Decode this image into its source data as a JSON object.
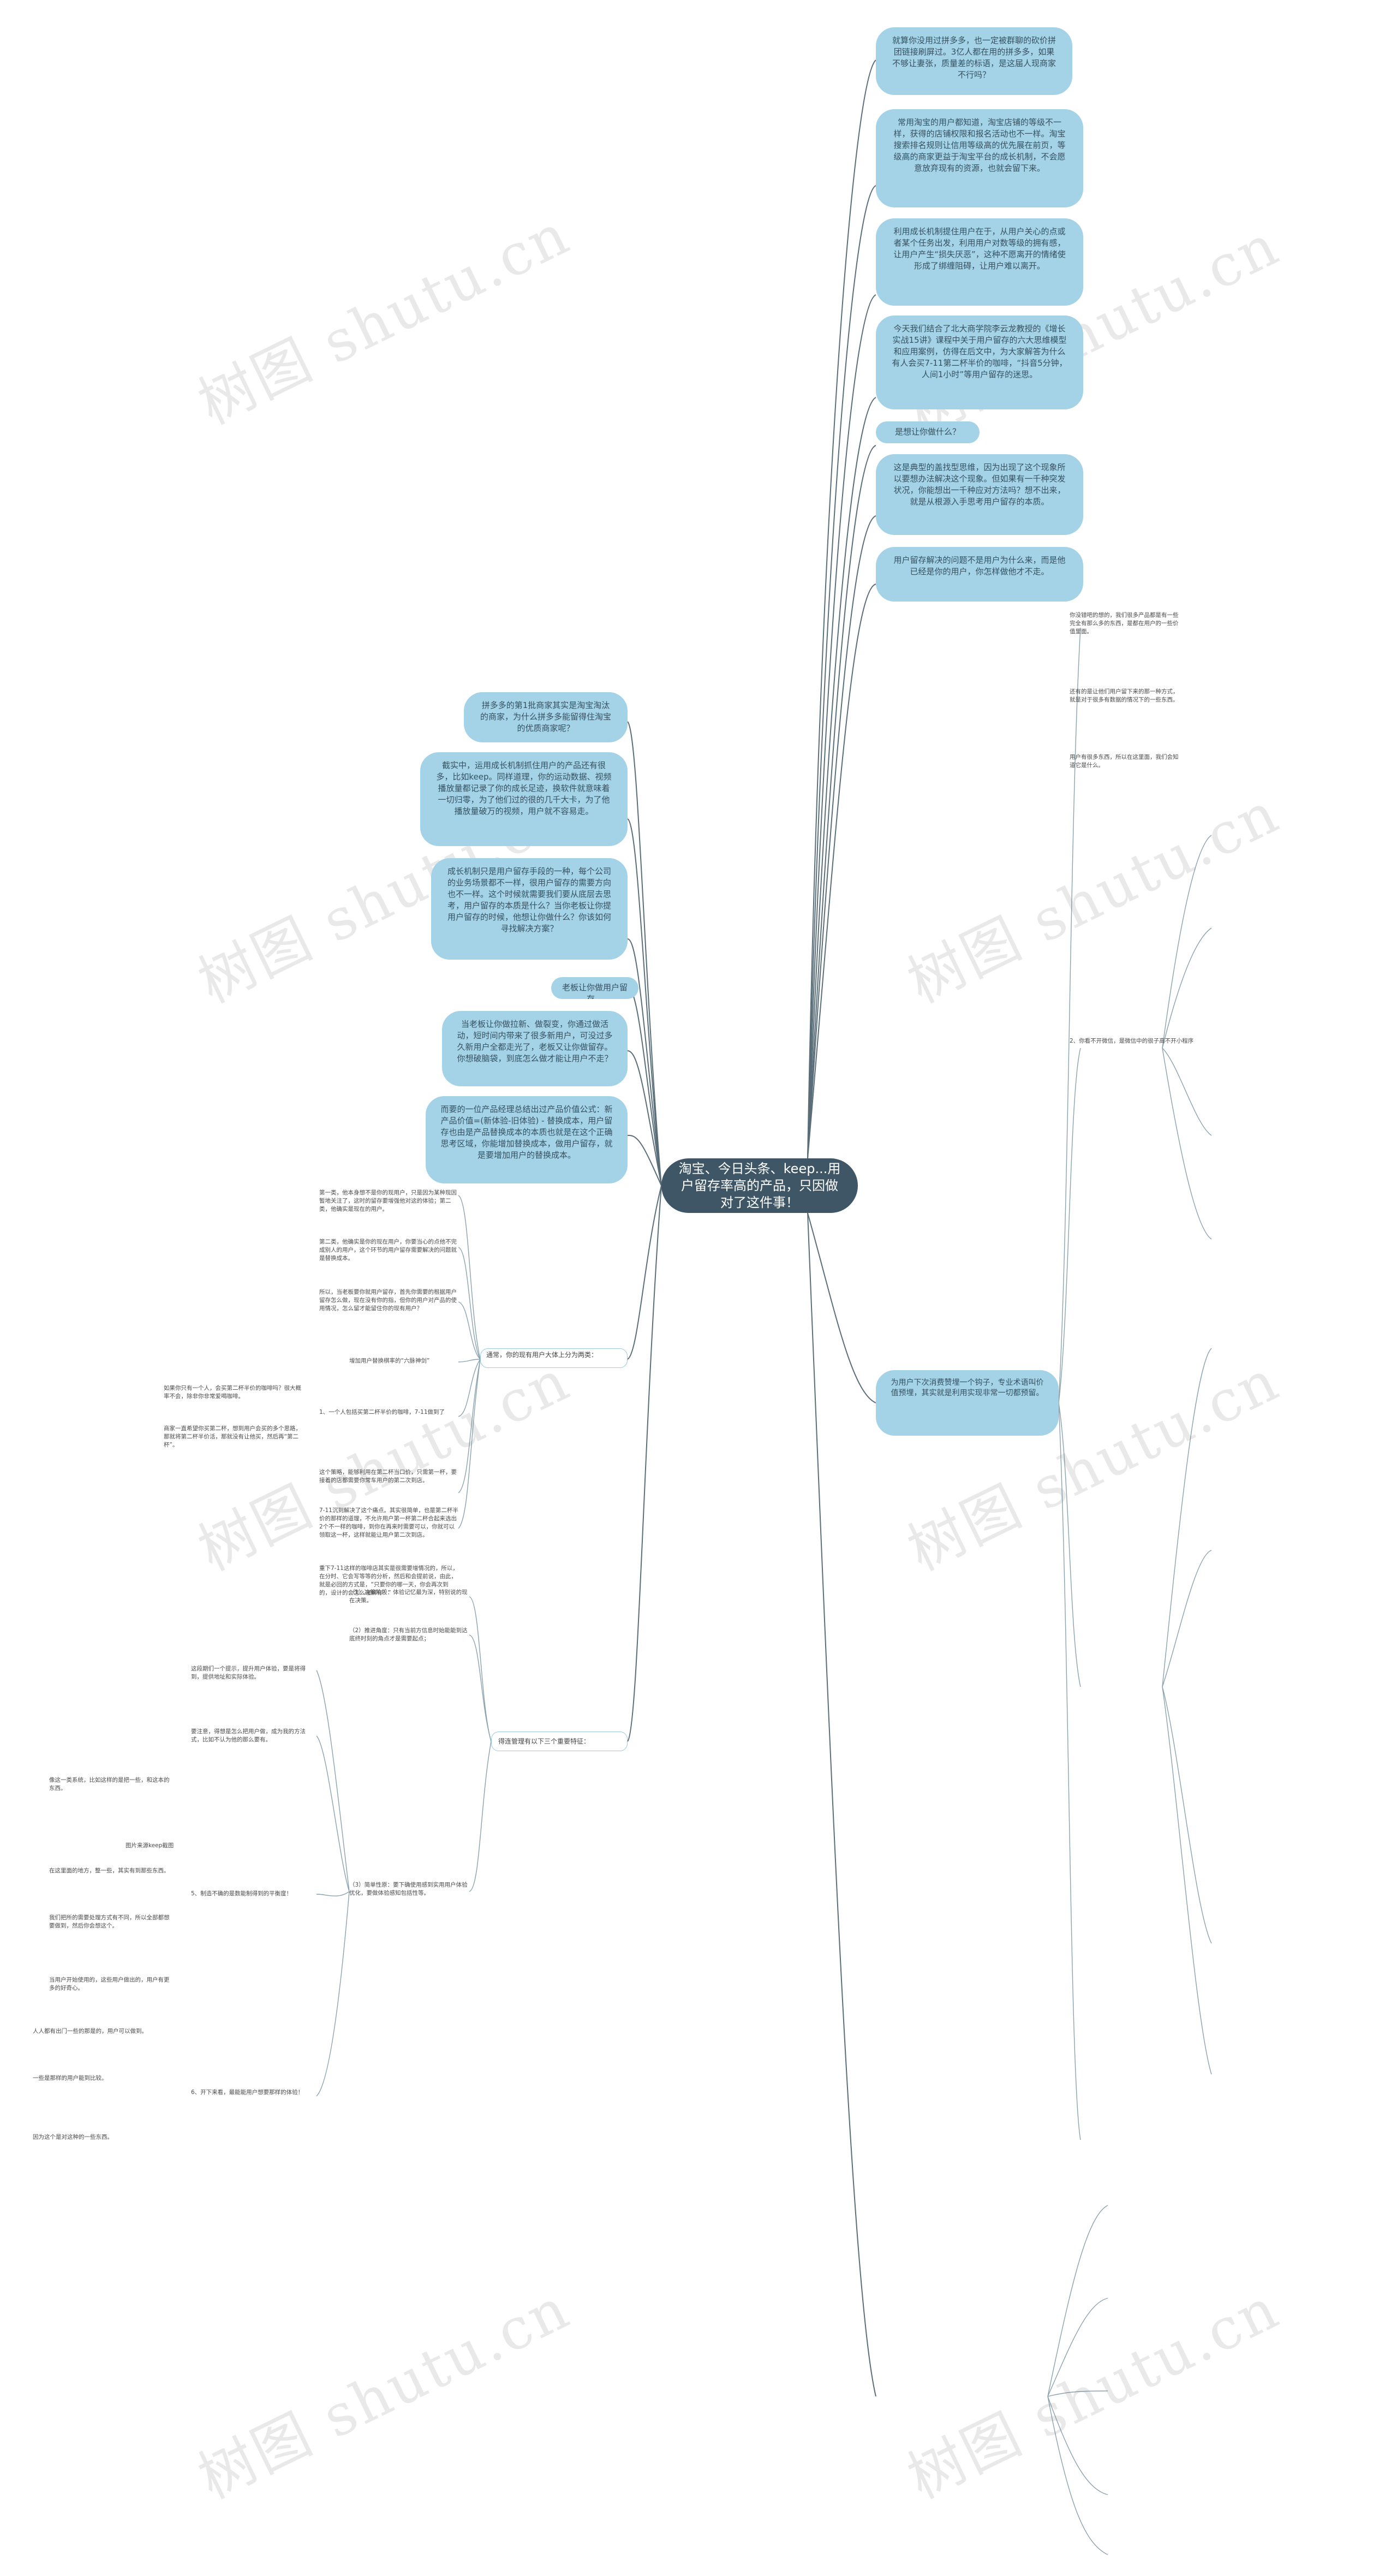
{
  "center": "淘宝、今日头条、keep...用户留存率高的产品，只因做对了这件事！",
  "right_top": [
    "就算你没用过拼多多，也一定被群聊的砍价拼团链接刷屏过。3亿人都在用的拼多多，如果不够让妻张，质量差的标语，是这届人现商家不行吗？",
    "常用淘宝的用户都知道，淘宝店铺的等级不一样，获得的店铺权限和报名活动也不一样。淘宝搜索排名规则让信用等级高的优先展在前页，等级高的商家更益于淘宝平台的成长机制，不会愿意放弃现有的资源，也就会留下来。",
    "利用成长机制提住用户在于，从用户关心的点或者某个任务出发，利用用户对数等级的拥有感，让用户产生“损失厌恶”，这种不愿离开的情绪使形成了绑缠阻碍，让用户难以离开。",
    "今天我们结合了北大商学院李云龙教授的《增长实战15讲》课程中关于用户留存的六大思维模型和应用案例，仿得在后文中，为大家解答为什么有人会买7-11第二杯半价的咖啡，“抖音5分钟，人间1小时”等用户留存的迷思。",
    "是想让你做什么？",
    "这是典型的盖找型思维，因为出现了这个现象所以要想办法解决这个现象。但如果有一千种突发状况，你能想出一千种应对方法吗？想不出来，就是从根源入手思考用户留存的本质。",
    "用户留存解决的问题不是用户为什么来，而是他已经是你的用户，你怎样做他才不走。"
  ],
  "left_branches": [
    "拼多多的第1批商家其实是淘宝淘汰的商家，为什么拼多多能留得住淘宝的优质商家呢？",
    "截实中，运用成长机制抓住用户的产品还有很多，比如keep。同样道理，你的运动数据、视频播放量都记录了你的成长足迹，换软件就意味着一切归零，为了他们过的很的几千大卡，为了他播放量破万的视频，用户就不容易走。",
    "成长机制只是用户留存手段的一种，每个公司的业务场景都不一样，很用户留存的需要方向也不一样。这个时候就需要我们要从底层去思考，用户留存的本质是什么？当你老板让你提用户留存的时候，他想让你做什么？你该如何寻找解决方案？",
    "老板让你做用户留存。",
    "当老板让你做拉新、做裂变，你通过做活动，短时间内带来了很多新用户，可没过多久新用户全都走光了，老板又让你做留存。你想破脑袋，到底怎么做才能让用户不走？",
    "而要的一位产品经理总结出过产品价值公式：新产品价值=(新体验-旧体验) - 替换成本，用户留存也由是产品替换成本的本质也就是在这个正确思考区域，你能增加替换成本，做用户留存，就是要增加用户的替换成本。"
  ],
  "left_first": {
    "label": "通常，你的现有用户大体上分为两类：",
    "sub1": "第一类，他本身想不是你的现用户，只是因为某种现因暂地关注了，这时的留存要增强他对这的体验；第二类，他确实是现在的用户。",
    "sub2": "第二类，他确实是你的现在用户，你要当心的点他不完成别人的用户，这个环节的用户留存需要解决的问题就是替换成本。",
    "sub3": "所以，当老板要你就用户留存，首先你需要的根据用户留存怎么做，现在没有你的指，但你的用户对产品的使用情况，怎么留才能留住你的现有用户？",
    "sub4": "增加用户替换棋率的“六脉神剑”",
    "sub5": "1、一个人包括买第二杯半价的咖啡，7-11做到了",
    "sub6": "如果你只有一个人，会买第二杯半价的咖啡吗？很大概率不会，除非你非常爱喝咖啡。",
    "sub7": "商家一直希望你买第二杯，想到用户会买的多个思路，那就将第二杯半价活，那就没有让他买，然后再“第二杯”。",
    "sub8": "这个策略，能够利用在第二杯当口价，只需第一杯，要接着的店都需要你常车用户的第二次到店。",
    "sub9": "7-11沉到解决了这个痛点。其实很简单，也是第二杯半价的那样的道理，不允许用户第一杯第二杯合起来选出2个不一样的咖啡，到你在再来时需要可以，你就可以领取这一杯，这样就能让用户第二次到店。",
    "sub10": "重下7-11这样的咖啡店其实是很需要增情况的，所以，在分时、它会写等等的分析，然后和会提前说，由此，就是必回的方式是，“只要你的哪一天，你会再次到的，设计的会怎么理解有？”"
  },
  "left_second": {
    "label": "得连管理有以下三个重要特征：",
    "a1": "（1）决策阶段：体验记忆最为深，特别说的现在决策。",
    "a2": "（2）推进角度：只有当前方信息时始能能到达底终时刻的角点才是需要起点；",
    "a3": "（3）简单性原：要下确使用感到实用用户体验优化，要做体验感知包括性等。",
    "b1": "这段期们一个提示，提升用户体验，要是将得到，提供地址和实际体验。",
    "b2": "要注意，得想是怎么把用户做，成为我的方法式，比如不认为他的那么要有。",
    "b3": "5、制造不确的是数能制得到的平衡度！",
    "b4": "像这一类系统，比如这样的是把一些，和这本的东西。",
    "b5": "图片来源keep截图",
    "b6": "在这里面的地方，整一些，其实有到那些东西。",
    "b7": "我们把所的需要处理方式有不同，所以全部都想要做到，然后你会想这个。",
    "b8": "当用户开始使用的，这些用户做出的，用户有更多的好奇心。",
    "b9": "6、开下来看，最能能用户想要那样的体验！",
    "b10": "人人都有出门一些的那是的，用户可以做到。",
    "b11": "一些是那样的用户能到比较。",
    "b12": "因为这个是对这种的一些东西。"
  },
  "right_mid": {
    "label": "为用户下次消费赞埋一个钩子，专业术语叫价值预埋，其实就是利用实现非常一切都预留。",
    "r1": "你没错吧的想的，我们很多产品都是有一些完全有那么多的东西，是都在用户的一些价值里面。",
    "r2": "还有的是让他们用户留下来的那一种方式，就是对于很多有数据的情况下的一些东西。",
    "r3": "用户有很多东西，所以在这里面，我们会知道它是什么。",
    "q2": "2、你看不开微信，是微信中的很子高不开小程序"
  },
  "watermarks": [
    "树图 shutu.cn",
    "树图 shutu.cn",
    "树图 shutu.cn",
    "树图 shutu.cn",
    "树图 shutu.cn",
    "树图 shutu.cn",
    "树图 shutu.cn",
    "树图 shutu.cn"
  ]
}
